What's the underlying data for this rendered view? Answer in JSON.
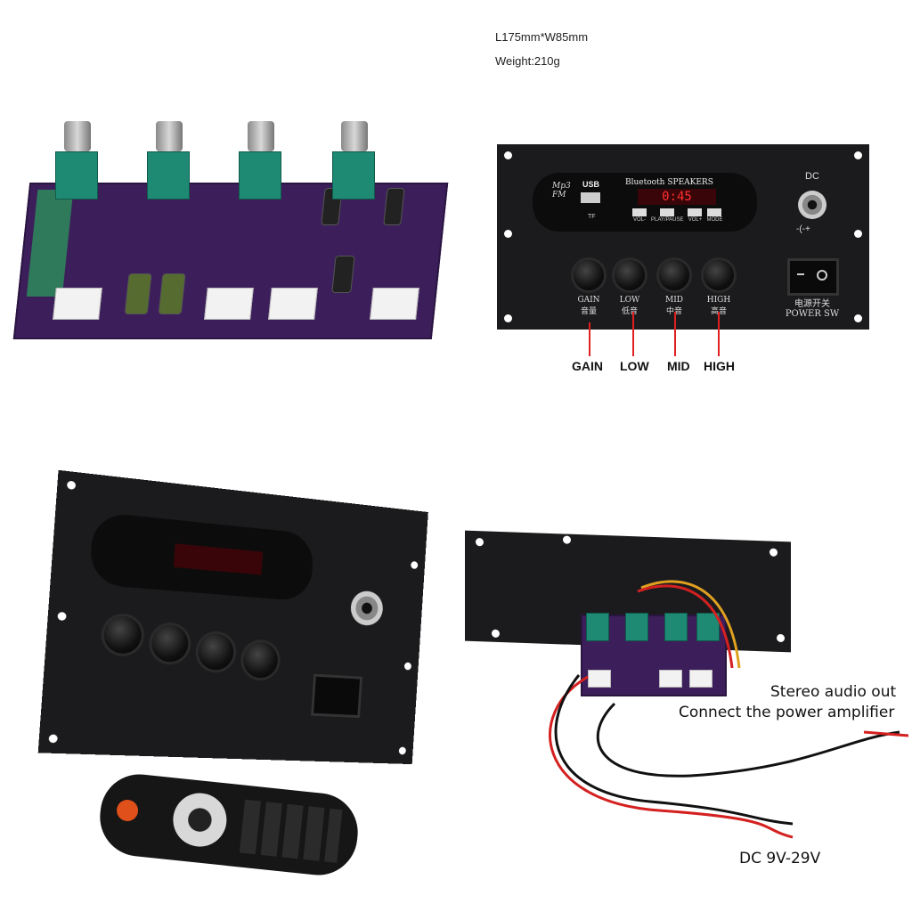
{
  "specs": {
    "dimensions": "L175mm*W85mm",
    "weight": "Weight:210g"
  },
  "panel": {
    "mp3": "Mp3",
    "fm": "FM",
    "usb": "USB",
    "tf": "TF",
    "title": "Bluetooth SPEAKERS",
    "display": "0:45",
    "buttons": [
      "VOL-",
      "PLAY/PAUSE",
      "VOL+",
      "MODE"
    ],
    "dc": "DC",
    "dc_symbol": "-(-+",
    "knobs": [
      {
        "en": "GAIN",
        "zh": "音量"
      },
      {
        "en": "LOW",
        "zh": "低音"
      },
      {
        "en": "MID",
        "zh": "中音"
      },
      {
        "en": "HIGH",
        "zh": "高音"
      }
    ],
    "switch_zh": "电源开关",
    "switch_en": "POWER SW"
  },
  "callouts": {
    "gain": "GAIN",
    "low": "LOW",
    "mid": "MID",
    "high": "HIGH"
  },
  "captions": {
    "stereo_out": "Stereo audio out",
    "connect": "Connect the power amplifier",
    "dc_range": "DC 9V-29V"
  },
  "colors": {
    "pcb": "#3c1f5a",
    "plate": "#1b1b1d",
    "pot": "#1e8a74",
    "callout_line": "#e02020"
  }
}
